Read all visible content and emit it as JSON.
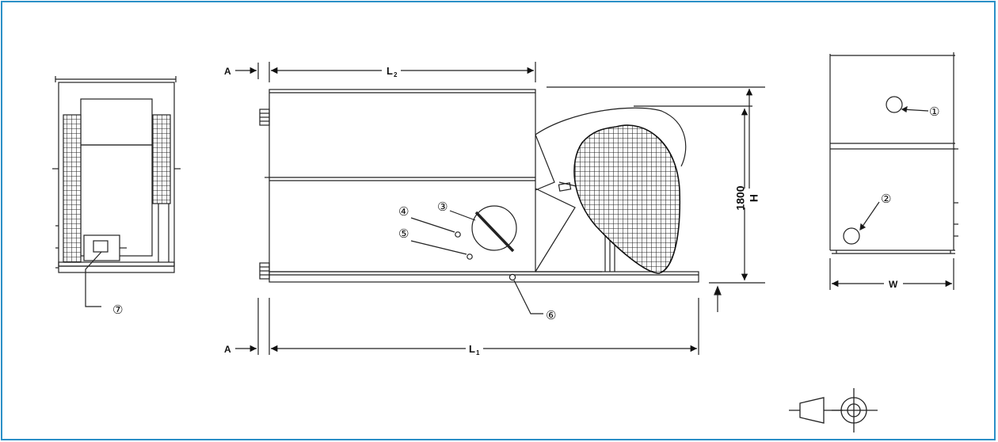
{
  "frame_color": "#2a8fc7",
  "dimensions": {
    "a_top": "A",
    "l2": "L",
    "l2_sub": "2",
    "height_value": "1800",
    "height_label": "H",
    "a_bottom": "A",
    "l1": "L",
    "l1_sub": "1",
    "width_label": "W"
  },
  "connections": {
    "c1": "①",
    "c2": "②",
    "c3": "③",
    "c4": "④",
    "c5": "⑤",
    "c6": "⑥",
    "c7": "⑦"
  },
  "projection_symbol": "third-angle-projection-icon"
}
